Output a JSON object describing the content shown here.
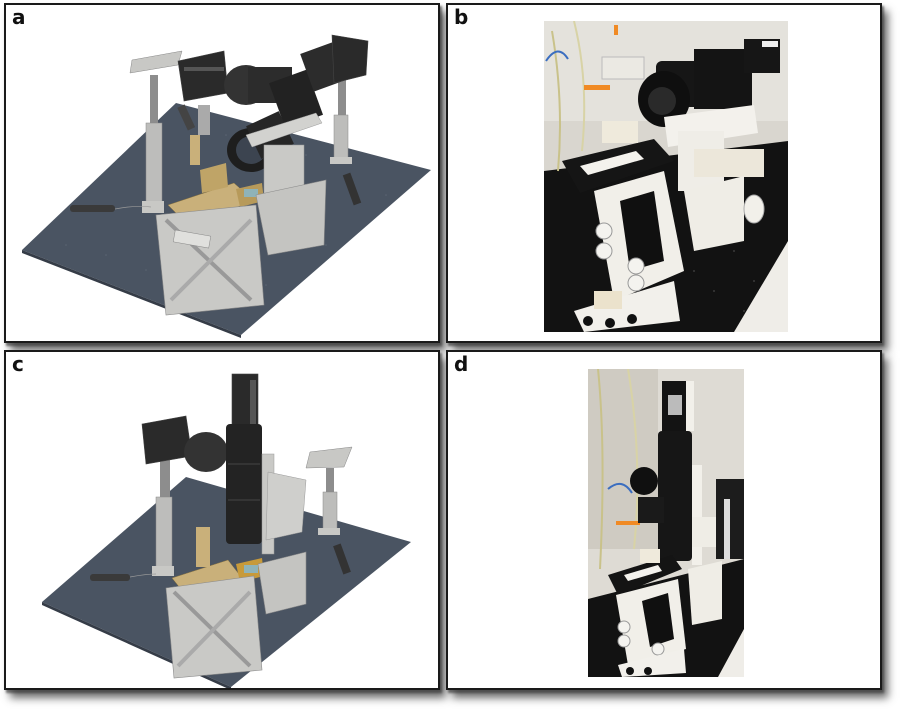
{
  "figure": {
    "panels": [
      {
        "id": "a",
        "label": "a",
        "kind": "cad-render",
        "view": "horizontal-imaging-configuration"
      },
      {
        "id": "b",
        "label": "b",
        "kind": "photograph",
        "view": "horizontal-imaging-configuration"
      },
      {
        "id": "c",
        "label": "c",
        "kind": "cad-render",
        "view": "vertical-imaging-configuration"
      },
      {
        "id": "d",
        "label": "d",
        "kind": "photograph",
        "view": "vertical-imaging-configuration"
      }
    ],
    "colors": {
      "panel_border": "#1a1a1a",
      "breadboard": "#4a5462",
      "frame_gray": "#c9c9c6",
      "camera_black": "#2a2a2a",
      "stage_gold": "#c9b07a",
      "photo_black": "#111111",
      "photo_white": "#f2f0ea",
      "tube_orange": "#f08a24"
    }
  }
}
